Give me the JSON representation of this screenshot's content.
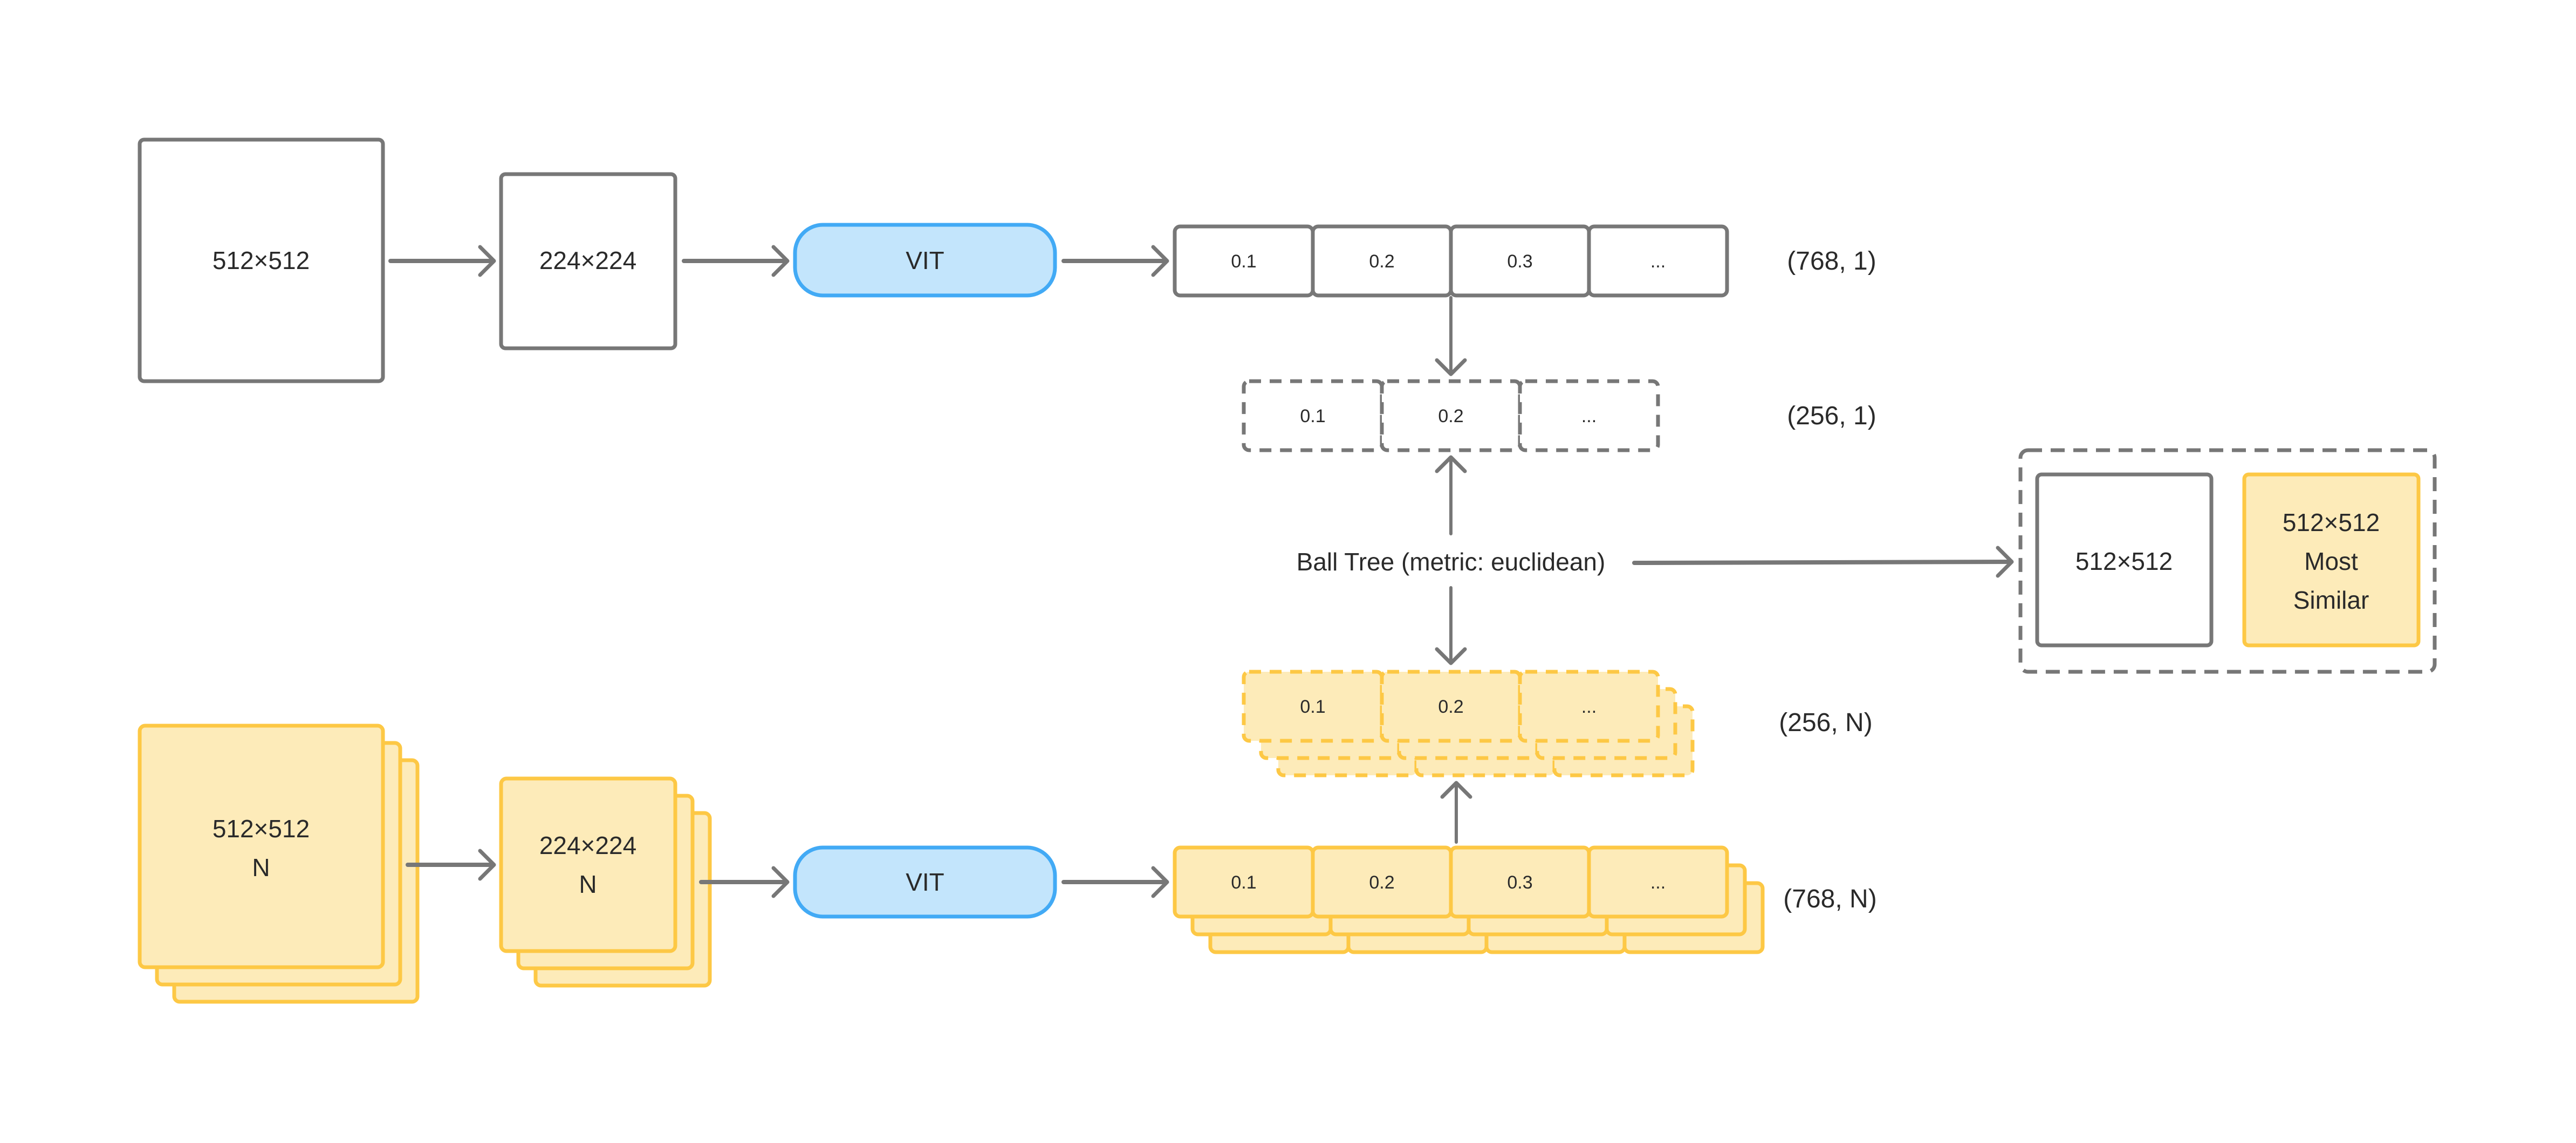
{
  "colors": {
    "gray_stroke": "#777777",
    "blue_fill": "#c3e5fc",
    "blue_stroke": "#42aaf5",
    "yellow_fill": "#fdebb9",
    "yellow_stroke": "#fdc845",
    "text": "#2a2a2a"
  },
  "query_row": {
    "input_image": "512×512",
    "resized_image": "224×224",
    "model": "VIT",
    "embedding_cells": [
      "0.1",
      "0.2",
      "0.3",
      "..."
    ],
    "embedding_shape": "(768, 1)",
    "reduced_cells": [
      "0.1",
      "0.2",
      "..."
    ],
    "reduced_shape": "(256, 1)"
  },
  "search": {
    "label": "Ball Tree (metric: euclidean)"
  },
  "result": {
    "query_image": "512×512",
    "match_lines": [
      "512×512",
      "Most",
      "Similar"
    ]
  },
  "database_row": {
    "input_lines": [
      "512×512",
      "N"
    ],
    "resized_lines": [
      "224×224",
      "N"
    ],
    "model": "VIT",
    "embedding_cells": [
      "0.1",
      "0.2",
      "0.3",
      "..."
    ],
    "embedding_shape": "(768, N)",
    "reduced_cells": [
      "0.1",
      "0.2",
      "..."
    ],
    "reduced_shape": "(256, N)"
  }
}
